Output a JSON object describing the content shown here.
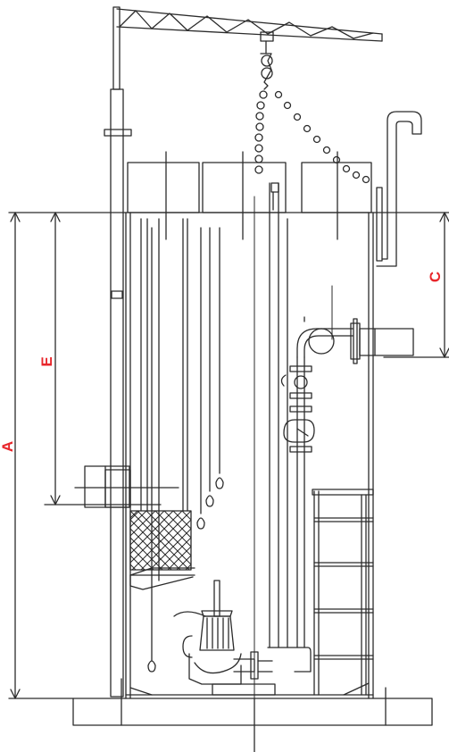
{
  "labels": {
    "a": "A",
    "e": "E",
    "c": "C"
  },
  "colors": {
    "line": "#2b2b2b",
    "dimension_label": "#e8262b",
    "background": "#ffffff"
  }
}
